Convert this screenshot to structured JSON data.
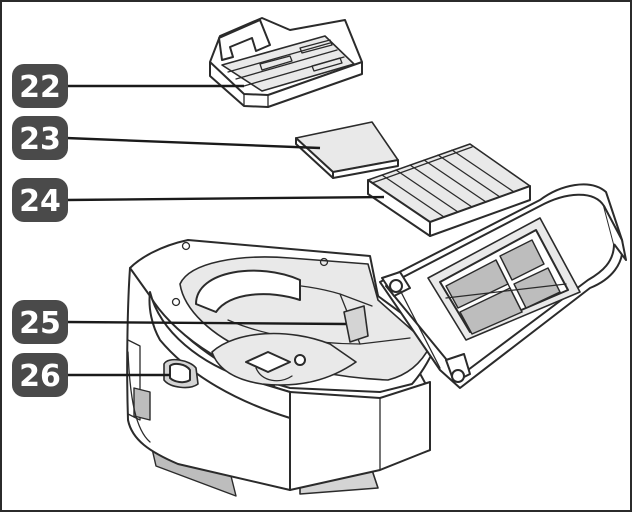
{
  "diagram": {
    "callouts": [
      {
        "id": "22",
        "label": "22"
      },
      {
        "id": "23",
        "label": "23"
      },
      {
        "id": "24",
        "label": "24"
      },
      {
        "id": "25",
        "label": "25"
      },
      {
        "id": "26",
        "label": "26"
      }
    ]
  },
  "colors": {
    "badge": "#4a4a4a",
    "line": "#2b2b2b"
  }
}
